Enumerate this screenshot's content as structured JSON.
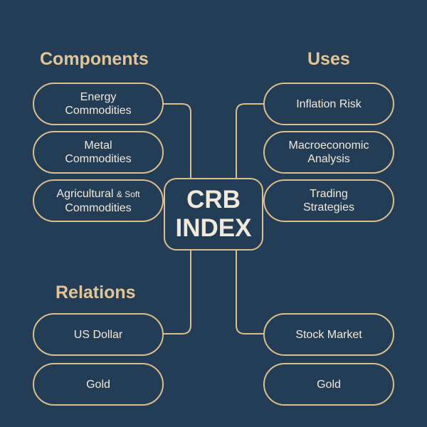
{
  "center": {
    "line1": "CRB",
    "line2": "INDEX"
  },
  "headings": {
    "components": "Components",
    "uses": "Uses",
    "relations": "Relations"
  },
  "components": [
    {
      "line1": "Energy",
      "line2": "Commodities"
    },
    {
      "line1": "Metal",
      "line2": "Commodities"
    },
    {
      "line1a": "Agricultural",
      "line1b": "& Soft",
      "line2": "Commodities"
    }
  ],
  "uses": [
    {
      "line1": "Inflation Risk"
    },
    {
      "line1": "Macroeconomic",
      "line2": "Analysis"
    },
    {
      "line1": "Trading",
      "line2": "Strategies"
    }
  ],
  "relations_left": [
    {
      "line1": "US Dollar"
    },
    {
      "line1": "Gold"
    }
  ],
  "relations_right": [
    {
      "line1": "Stock Market"
    },
    {
      "line1": "Gold"
    }
  ],
  "colors": {
    "background": "#243d57",
    "accent": "#dcbe8e",
    "heading": "#e2c596",
    "text": "#f1e9da"
  }
}
